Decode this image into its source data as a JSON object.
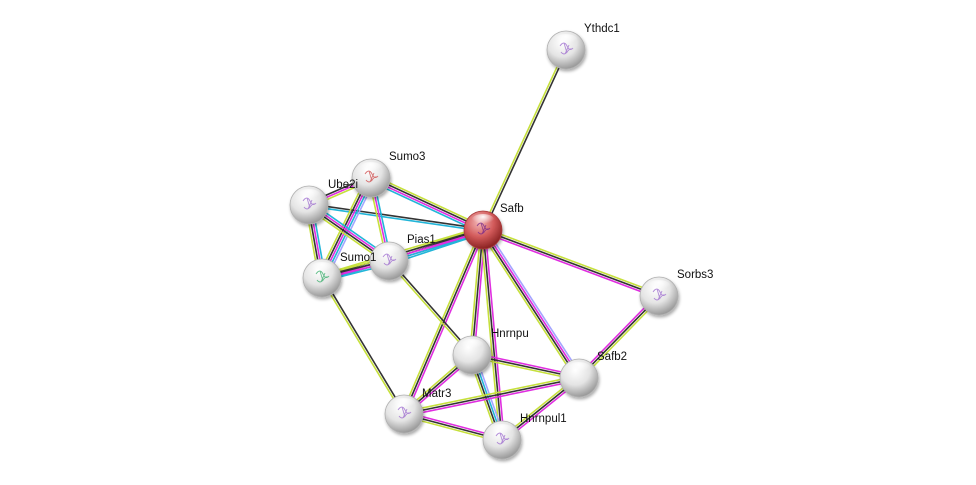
{
  "network": {
    "edge_colors": {
      "textmining": "#c6e03c",
      "coexpression": "#333333",
      "experiments": "#e02ee0",
      "databases": "#22b5d8",
      "homology": "#a4a4ff"
    },
    "query_node": "Safb",
    "nodes": [
      {
        "id": "Safb",
        "label": "Safb",
        "color": "#d45a5a",
        "query": true
      },
      {
        "id": "Ythdc1",
        "label": "Ythdc1",
        "color": "#e6e6e6"
      },
      {
        "id": "Sumo3",
        "label": "Sumo3",
        "color": "#e6e6e6"
      },
      {
        "id": "Ube2i",
        "label": "Ube2i",
        "color": "#e6e6e6"
      },
      {
        "id": "Pias1",
        "label": "Pias1",
        "color": "#e6e6e6"
      },
      {
        "id": "Sumo1",
        "label": "Sumo1",
        "color": "#e6e6e6"
      },
      {
        "id": "Sorbs3",
        "label": "Sorbs3",
        "color": "#e6e6e6"
      },
      {
        "id": "Hnrnpu",
        "label": "Hnrnpu",
        "color": "#e6e6e6"
      },
      {
        "id": "Safb2",
        "label": "Safb2",
        "color": "#e6e6e6"
      },
      {
        "id": "Matr3",
        "label": "Matr3",
        "color": "#e6e6e6"
      },
      {
        "id": "Hnrnpul1",
        "label": "Hnrnpul1",
        "color": "#e6e6e6"
      }
    ],
    "edges": [
      {
        "a": "Safb",
        "b": "Ythdc1",
        "types": [
          "textmining",
          "coexpression"
        ]
      },
      {
        "a": "Safb",
        "b": "Sumo3",
        "types": [
          "databases",
          "experiments",
          "coexpression",
          "textmining"
        ]
      },
      {
        "a": "Safb",
        "b": "Ube2i",
        "types": [
          "databases",
          "coexpression"
        ]
      },
      {
        "a": "Safb",
        "b": "Pias1",
        "types": [
          "databases",
          "experiments",
          "coexpression",
          "textmining"
        ]
      },
      {
        "a": "Safb",
        "b": "Sumo1",
        "types": [
          "databases",
          "experiments",
          "coexpression",
          "textmining"
        ]
      },
      {
        "a": "Safb",
        "b": "Sorbs3",
        "types": [
          "textmining",
          "coexpression",
          "experiments"
        ]
      },
      {
        "a": "Safb",
        "b": "Hnrnpu",
        "types": [
          "experiments",
          "coexpression",
          "textmining"
        ]
      },
      {
        "a": "Safb",
        "b": "Safb2",
        "types": [
          "homology",
          "experiments",
          "coexpression",
          "textmining"
        ]
      },
      {
        "a": "Safb",
        "b": "Matr3",
        "types": [
          "experiments",
          "coexpression",
          "textmining"
        ]
      },
      {
        "a": "Safb",
        "b": "Hnrnpul1",
        "types": [
          "experiments",
          "coexpression",
          "textmining"
        ]
      },
      {
        "a": "Sumo3",
        "b": "Ube2i",
        "types": [
          "textmining",
          "experiments",
          "coexpression"
        ]
      },
      {
        "a": "Sumo3",
        "b": "Pias1",
        "types": [
          "databases",
          "experiments",
          "textmining"
        ]
      },
      {
        "a": "Sumo3",
        "b": "Sumo1",
        "types": [
          "homology",
          "databases",
          "experiments",
          "coexpression",
          "textmining"
        ]
      },
      {
        "a": "Ube2i",
        "b": "Pias1",
        "types": [
          "databases",
          "experiments",
          "coexpression",
          "textmining"
        ]
      },
      {
        "a": "Ube2i",
        "b": "Sumo1",
        "types": [
          "databases",
          "experiments",
          "coexpression",
          "textmining"
        ]
      },
      {
        "a": "Pias1",
        "b": "Sumo1",
        "types": [
          "databases",
          "experiments",
          "coexpression",
          "textmining"
        ]
      },
      {
        "a": "Pias1",
        "b": "Hnrnpu",
        "types": [
          "coexpression",
          "textmining"
        ]
      },
      {
        "a": "Sumo1",
        "b": "Matr3",
        "types": [
          "coexpression",
          "textmining"
        ]
      },
      {
        "a": "Sorbs3",
        "b": "Safb2",
        "types": [
          "textmining",
          "coexpression",
          "experiments"
        ]
      },
      {
        "a": "Hnrnpu",
        "b": "Safb2",
        "types": [
          "experiments",
          "coexpression",
          "textmining"
        ]
      },
      {
        "a": "Hnrnpu",
        "b": "Matr3",
        "types": [
          "experiments",
          "coexpression",
          "textmining"
        ]
      },
      {
        "a": "Hnrnpu",
        "b": "Hnrnpul1",
        "types": [
          "homology",
          "databases",
          "coexpression",
          "textmining"
        ]
      },
      {
        "a": "Safb2",
        "b": "Matr3",
        "types": [
          "experiments",
          "coexpression",
          "textmining"
        ]
      },
      {
        "a": "Safb2",
        "b": "Hnrnpul1",
        "types": [
          "experiments",
          "coexpression",
          "textmining"
        ]
      },
      {
        "a": "Matr3",
        "b": "Hnrnpul1",
        "types": [
          "experiments",
          "coexpression",
          "textmining"
        ]
      }
    ]
  }
}
